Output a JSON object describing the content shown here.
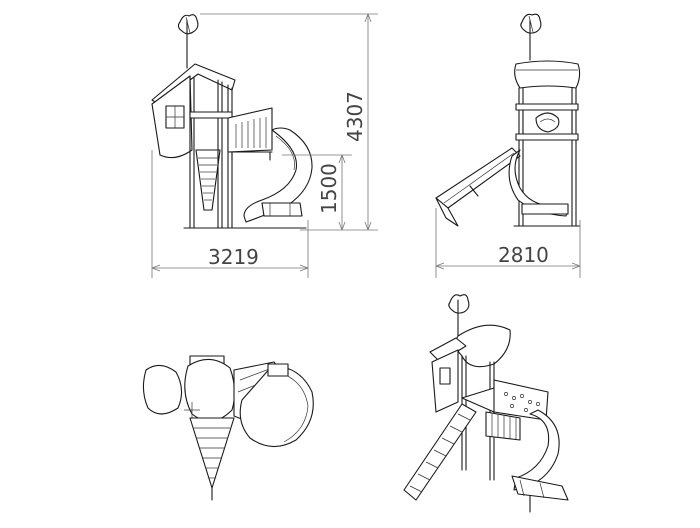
{
  "dimensions": {
    "front_width": "3219",
    "side_width": "2810",
    "total_height": "4307",
    "platform_height": "1500"
  }
}
